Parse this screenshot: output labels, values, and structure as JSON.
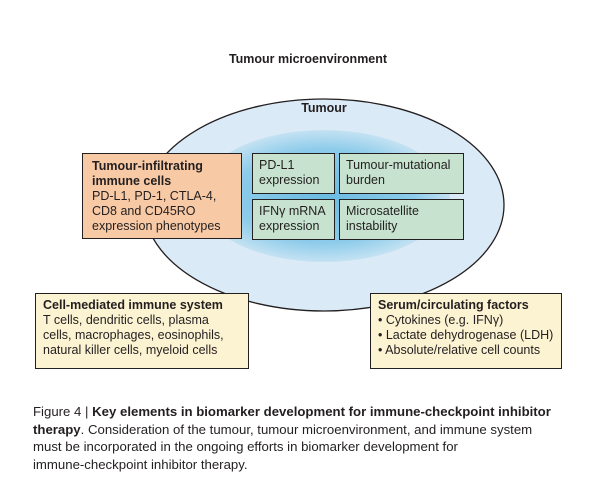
{
  "labels": {
    "microenvironment": "Tumour microenvironment",
    "tumour": "Tumour"
  },
  "boxes": {
    "til": {
      "title_lines": [
        "Tumour-infiltrating",
        "immune cells"
      ],
      "body_lines": [
        "PD-L1, PD-1, CTLA-4,",
        "CD8 and CD45RO",
        "expression phenotypes"
      ]
    },
    "pdl1": {
      "lines": [
        "PD-L1",
        "expression"
      ]
    },
    "tmb": {
      "lines": [
        "Tumour-mutational",
        "burden"
      ]
    },
    "ifn": {
      "lines": [
        "IFNγ mRNA",
        "expression"
      ]
    },
    "msi": {
      "lines": [
        "Microsatellite",
        "instability"
      ]
    },
    "cmi": {
      "title": "Cell-mediated immune system",
      "body_lines": [
        "T cells, dendritic cells, plasma",
        "cells, macrophages, eosinophils,",
        "natural killer cells, myeloid cells"
      ]
    },
    "serum": {
      "title": "Serum/circulating factors",
      "body_lines": [
        "• Cytokines (e.g. IFNγ)",
        "• Lactate dehydrogenase (LDH)",
        "• Absolute/relative cell counts"
      ]
    }
  },
  "caption": {
    "prefix": "Figure 4 | ",
    "bold_1": "Key elements in biomarker development for immune-checkpoint inhibitor",
    "bold_2": "therapy",
    "rest_2": ". Consideration of the tumour, tumour microenvironment, and immune system",
    "line_3": "must be incorporated in the ongoing efforts in biomarker development for",
    "line_4": "immune-checkpoint inhibitor therapy."
  },
  "colors": {
    "outer_ring": "#dbeaf7",
    "inner_blob": "#7cc3e6",
    "til_fill": "#f7c9a5",
    "green_fill": "#c7e3cf",
    "yellow_fill": "#fcf3d2"
  }
}
